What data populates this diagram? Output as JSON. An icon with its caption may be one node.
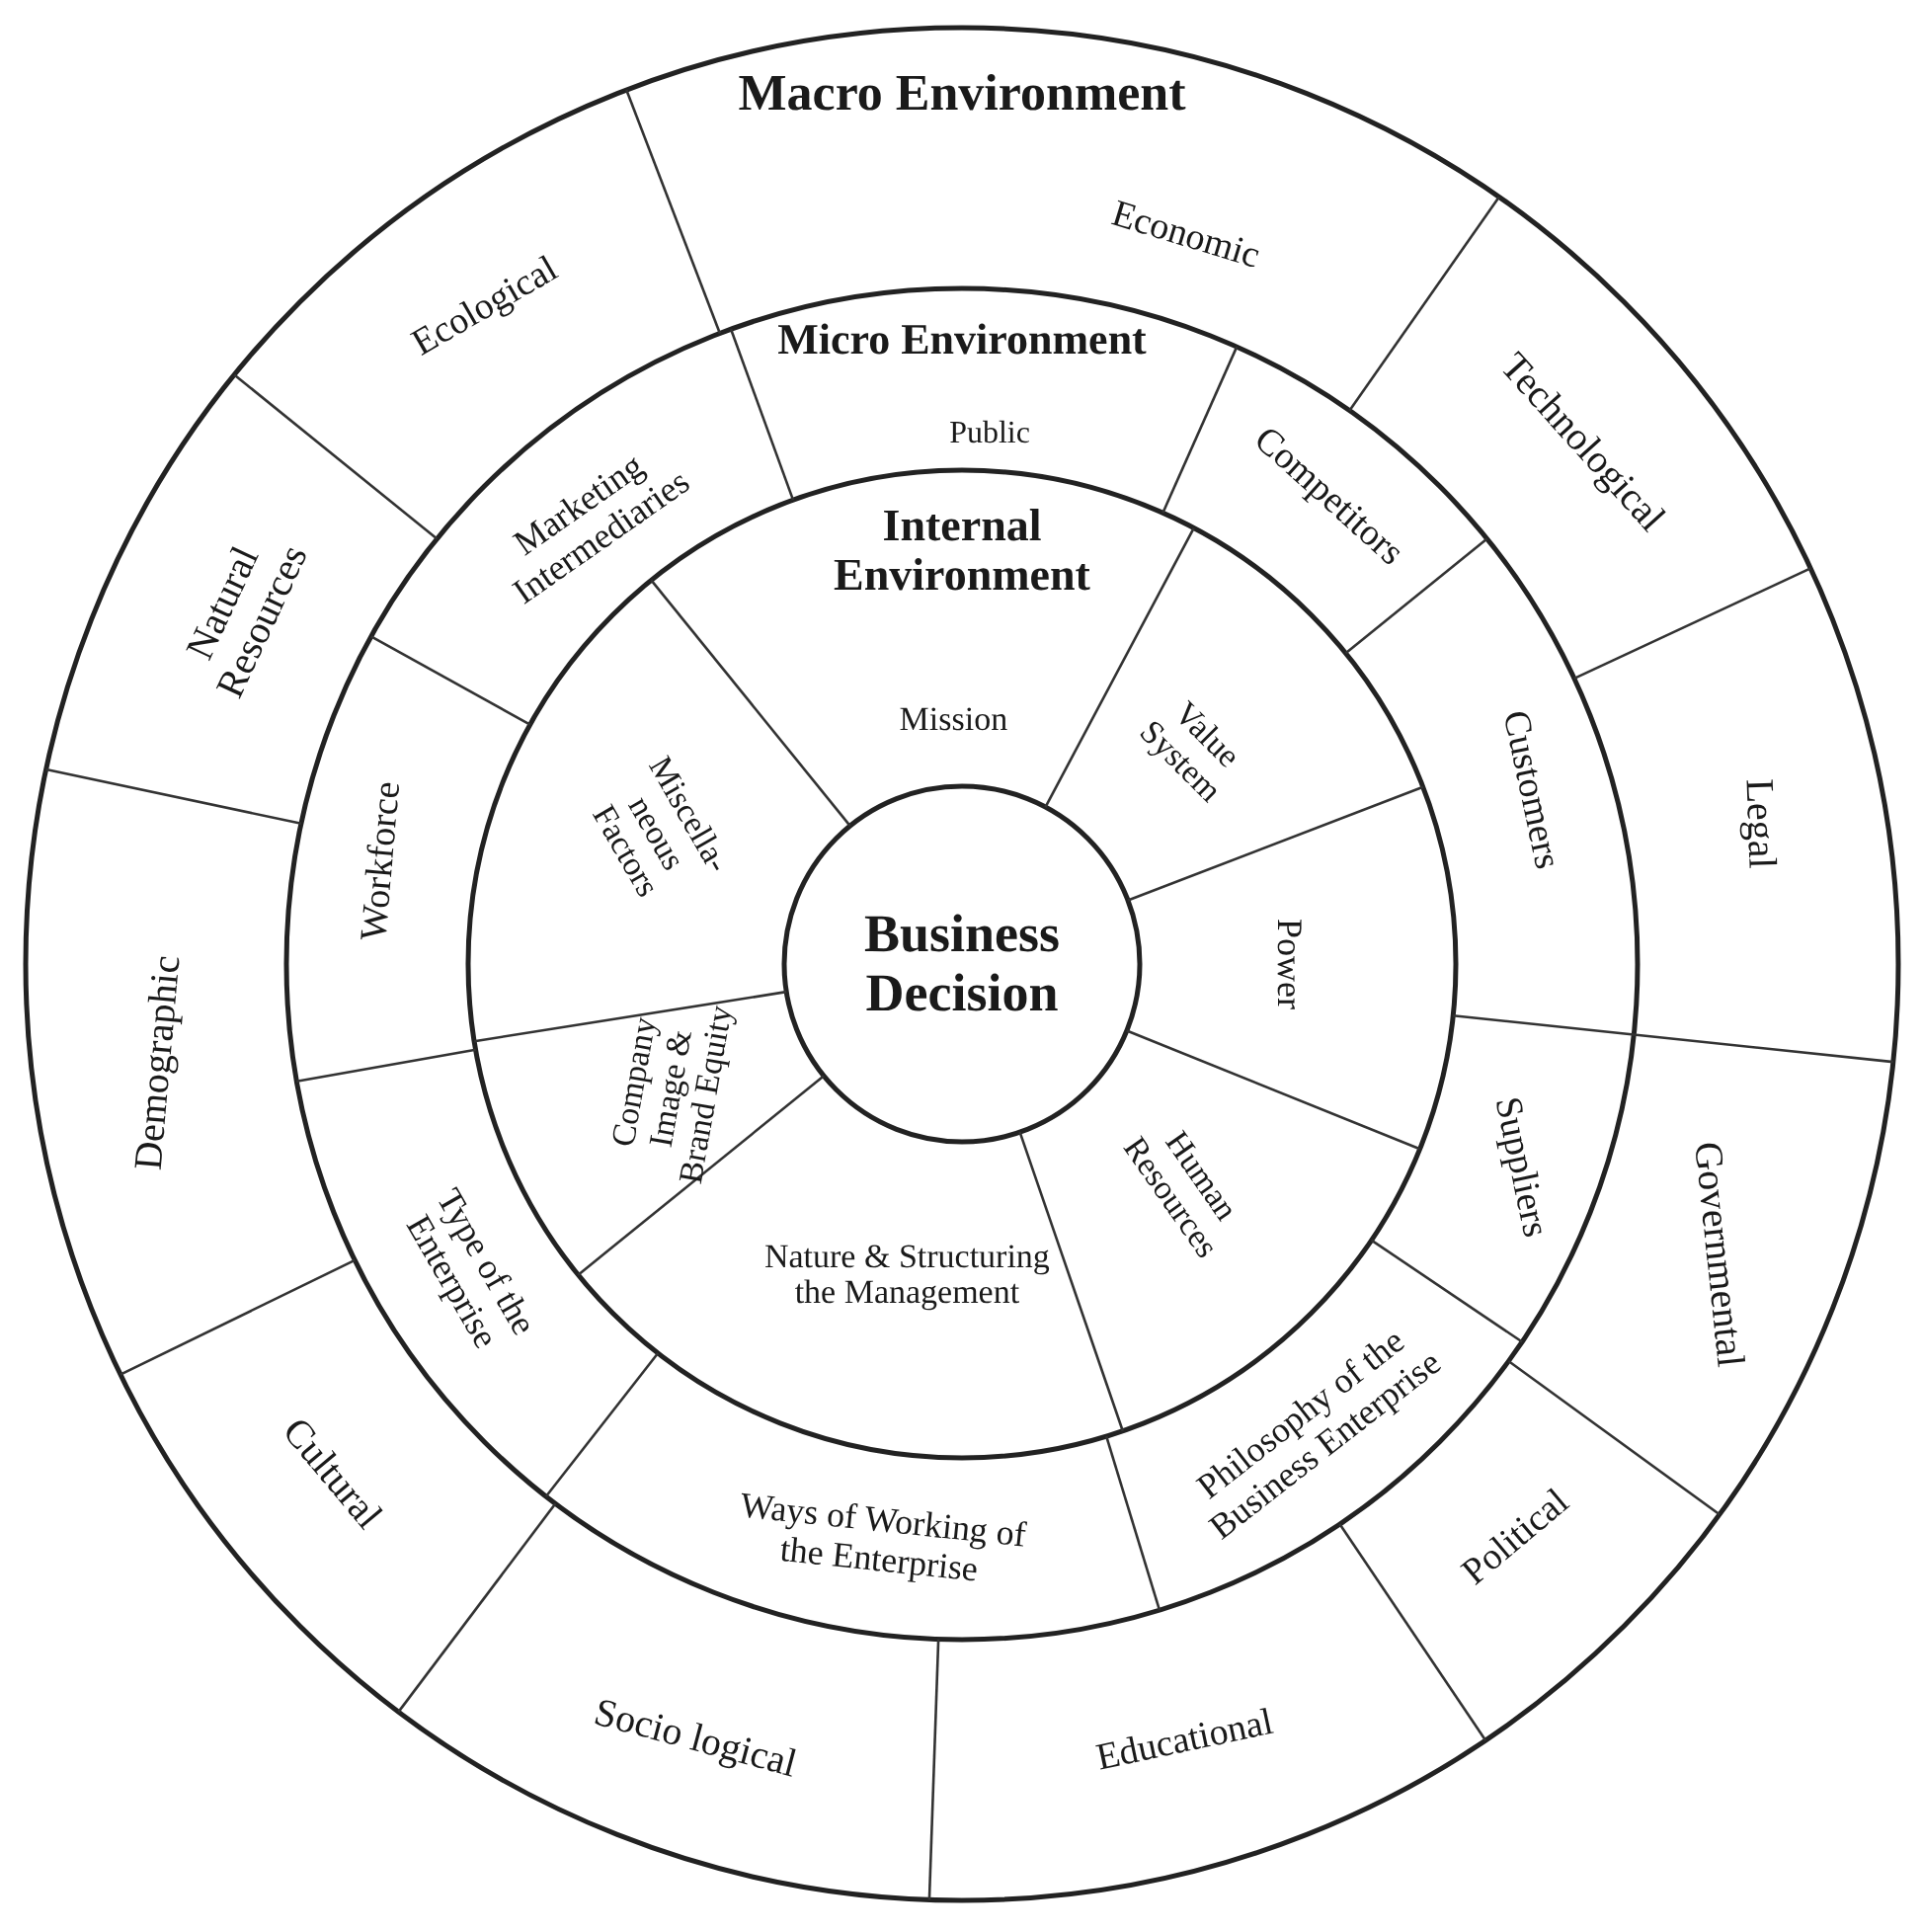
{
  "diagram": {
    "nodes": [
      {
        "text": [
          "Economic"
        ]
      },
      {
        "text": [
          "Technological"
        ]
      },
      {
        "text": [
          "Legal"
        ]
      },
      {
        "text": [
          "Governmental"
        ]
      },
      {
        "text": [
          "Political"
        ]
      },
      {
        "text": [
          "Educational"
        ]
      },
      {
        "text": [
          "Socio logical"
        ]
      },
      {
        "text": [
          "Cultural"
        ]
      },
      {
        "text": [
          "Demographic"
        ]
      },
      {
        "text": [
          "Natural Resources"
        ]
      },
      {
        "text": [
          "Ecological"
        ]
      },
      {
        "text": [
          "Public"
        ]
      },
      {
        "text": [
          "Competitors"
        ]
      },
      {
        "text": [
          "Customers"
        ]
      },
      {
        "text": [
          "Suppliers"
        ]
      },
      {
        "text": [
          "Philosophy of the Business Enterprise"
        ]
      },
      {
        "text": [
          "Ways of Working of the Enterprise"
        ]
      },
      {
        "text": [
          "Type of the Enterprise"
        ]
      },
      {
        "text": [
          "Workforce"
        ]
      },
      {
        "text": [
          "Marketing Intermediaries"
        ]
      },
      {
        "text": [
          "Mission"
        ]
      },
      {
        "text": [
          "Value System"
        ]
      },
      {
        "text": [
          "Power"
        ]
      },
      {
        "text": [
          "Human Resources"
        ]
      },
      {
        "text": [
          "Nature & Structuring the Management"
        ]
      },
      {
        "text": [
          "Company Image & Brand Equity"
        ]
      },
      {
        "text": [
          "Miscella-neous Factors"
        ]
      },
      {
        "text": [
          "Business Decision"
        ]
      }
    ],
    "labels": [
      "Macro Environment",
      "Micro Environment",
      "Internal Environment"
    ]
  }
}
